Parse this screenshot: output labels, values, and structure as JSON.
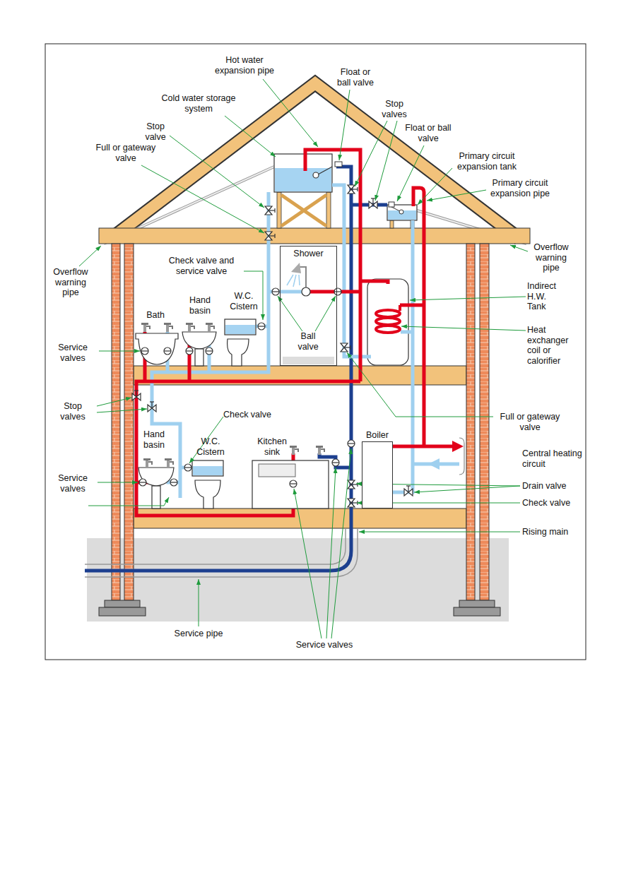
{
  "diagram": {
    "nodes": [
      {
        "text": [
          "Shower"
        ]
      },
      {
        "text": [
          "Boiler"
        ]
      }
    ],
    "labels": [
      "Hot water expansion pipe",
      "Float or ball valve",
      "Cold water storage system",
      "Stop valves",
      "Float or ball valve",
      "Stop valve",
      "Full or gateway valve",
      "Primary circuit expansion tank",
      "Primary circuit expansion pipe",
      "Overflow warning pipe",
      "Overflow warning pipe",
      "Check valve and service valve",
      "Hand basin",
      "W.C. Cistern",
      "Bath",
      "Indirect H.W. Tank",
      "Ball valve",
      "Service valves",
      "Heat exchanger coil or calorifier",
      "Stop valves",
      "Check valve",
      "Full or gateway valve",
      "Hand basin",
      "W.C. Cistern",
      "Kitchen sink",
      "Central heating circuit",
      "Service valves",
      "Drain valve",
      "Check valve",
      "Rising main",
      "Service pipe",
      "Service valves"
    ]
  }
}
